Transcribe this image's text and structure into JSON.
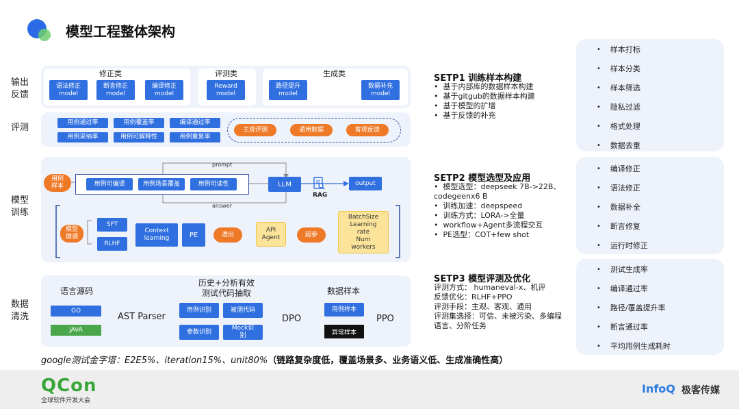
{
  "title": "模型工程整体架构",
  "rows": {
    "output_feedback": "输出\n反馈",
    "evaluation": "评测",
    "model_training": "模型\n训练",
    "data_cleaning": "数据\n清洗"
  },
  "feedback": {
    "fix_title": "修正类",
    "fix_items": [
      "语法修正\nmodel",
      "断言修正\nmodel",
      "编译修正\nmodel"
    ],
    "eval_title": "评测类",
    "eval_items": [
      "Reward\nmodel"
    ],
    "gen_title": "生成类",
    "gen_items": [
      "路径提升\nmodel",
      "数据补充\nmodel"
    ]
  },
  "evaluation": {
    "metrics": [
      "用例通过率",
      "用例覆盖率",
      "编译通过率",
      "用例采纳率",
      "用例可解释性",
      "用例重复率"
    ],
    "tags": [
      "主观评测",
      "通用数据",
      "客观反馈"
    ]
  },
  "training": {
    "sample_label": "用例\n样本",
    "qualities": [
      "用例可编译",
      "用例场景覆盖",
      "用例可读性"
    ],
    "llm": "LLM",
    "rag": "RAG",
    "output": "output",
    "prompt": "prompt",
    "answer": "answer",
    "finetune": "模型\n微调",
    "sft": "SFT",
    "rlhf": "RLHF",
    "context": "Context\nlearning",
    "pe": "PE",
    "distill": "透出",
    "api_agent": "API\nAgent",
    "hyper": "超参",
    "hyper_list": "BatchSize\nLearning\nrate\nNum\nworkers"
  },
  "cleaning": {
    "lang_title": "语言源码",
    "langs": [
      "GO",
      "JAVA"
    ],
    "ast": "AST Parser",
    "analysis_title": "历史+分析有效\n测试代码抽取",
    "analysis_items": [
      "用例识别",
      "被测代码",
      "参数识别",
      "Mock识\n别"
    ],
    "dpo": "DPO",
    "sample_title": "数据样本",
    "sample_items": [
      "用例样本",
      "异常样本"
    ],
    "ppo": "PPO"
  },
  "bottom_note_prefix": "google测试金字塔：E2E5%、iteration15%、unit80%",
  "bottom_note_bold": "（链路复杂度低，覆盖场景多、业务语义低、生成准确性高）",
  "steps": [
    {
      "title": "SETP1 训练样本构建",
      "bullets": [
        "基于内部库的数据样本构建",
        "基于gitgub的数据样本构建",
        "基于模型的扩增",
        "基于反馈的补充"
      ]
    },
    {
      "title": "SETP2 模型选型及应用",
      "bullets": [
        "模型选型：deepseek 7B->22B、\ncodegeenx6 B",
        "训练加速：deepspeed",
        "训练方式：LORA->全量",
        "workflow+Agent多流程交互",
        "PE选型：COT+few shot"
      ]
    },
    {
      "title": "SETP3 模型评测及优化",
      "lines": [
        "评测方式： humaneval-x、机评",
        "反馈优化：RLHF+PPO",
        "评测手段：主观、客观、通用",
        "评测集选择：可信、未被污染、多编程\n语言、分阶任务"
      ]
    }
  ],
  "right_panels": [
    [
      "样本打标",
      "样本分类",
      "样本筛选",
      "隐私过滤",
      "格式处理",
      "数据去重"
    ],
    [
      "编译修正",
      "语法修正",
      "数据补全",
      "断言修复",
      "运行时修正"
    ],
    [
      "测试生成率",
      "编译通过率",
      "路径/覆盖提升率",
      "断言通过率",
      "平均用例生成耗时"
    ]
  ],
  "footer": {
    "qcon": "QCon",
    "qcon_sub": "全球软件开发大会",
    "infoq": "InfoQ",
    "infoq_cn": "极客传媒"
  },
  "colors": {
    "accent_blue": "#2f6fe0",
    "accent_orange": "#ee7a28",
    "panel_bg": "#eef2fb",
    "qcon_green": "#3aa63a"
  }
}
